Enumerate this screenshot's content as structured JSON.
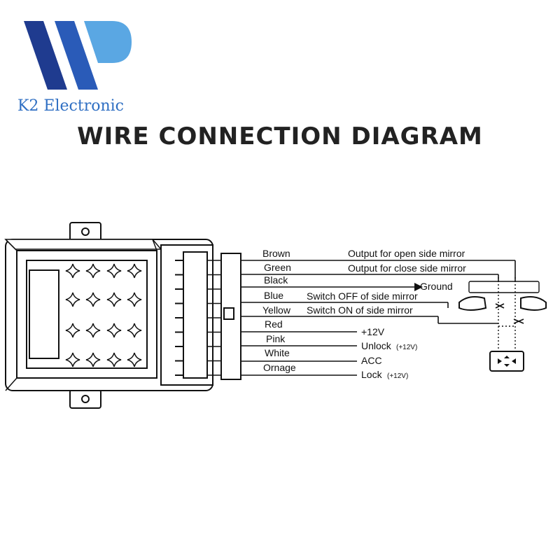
{
  "brand": {
    "name": "K2 Electronic",
    "colors": {
      "dark": "#1f3b8f",
      "light": "#5aa7e3"
    }
  },
  "title": "WIRE CONNECTION DIAGRAM",
  "wires": [
    {
      "name": "Brown",
      "desc": "Output for open side mirror"
    },
    {
      "name": "Green",
      "desc": "Output for close side mirror"
    },
    {
      "name": "Black",
      "desc": "Ground"
    },
    {
      "name": "Blue",
      "desc": "Switch OFF of side mirror"
    },
    {
      "name": "Yellow",
      "desc": "Switch ON of side mirror"
    },
    {
      "name": "Red",
      "desc": "+12V"
    },
    {
      "name": "Pink",
      "desc": "Unlock",
      "suffix": "(+12V)"
    },
    {
      "name": "White",
      "desc": "ACC"
    },
    {
      "name": "Ornage",
      "desc": "Lock",
      "suffix": "(+12V)"
    }
  ]
}
